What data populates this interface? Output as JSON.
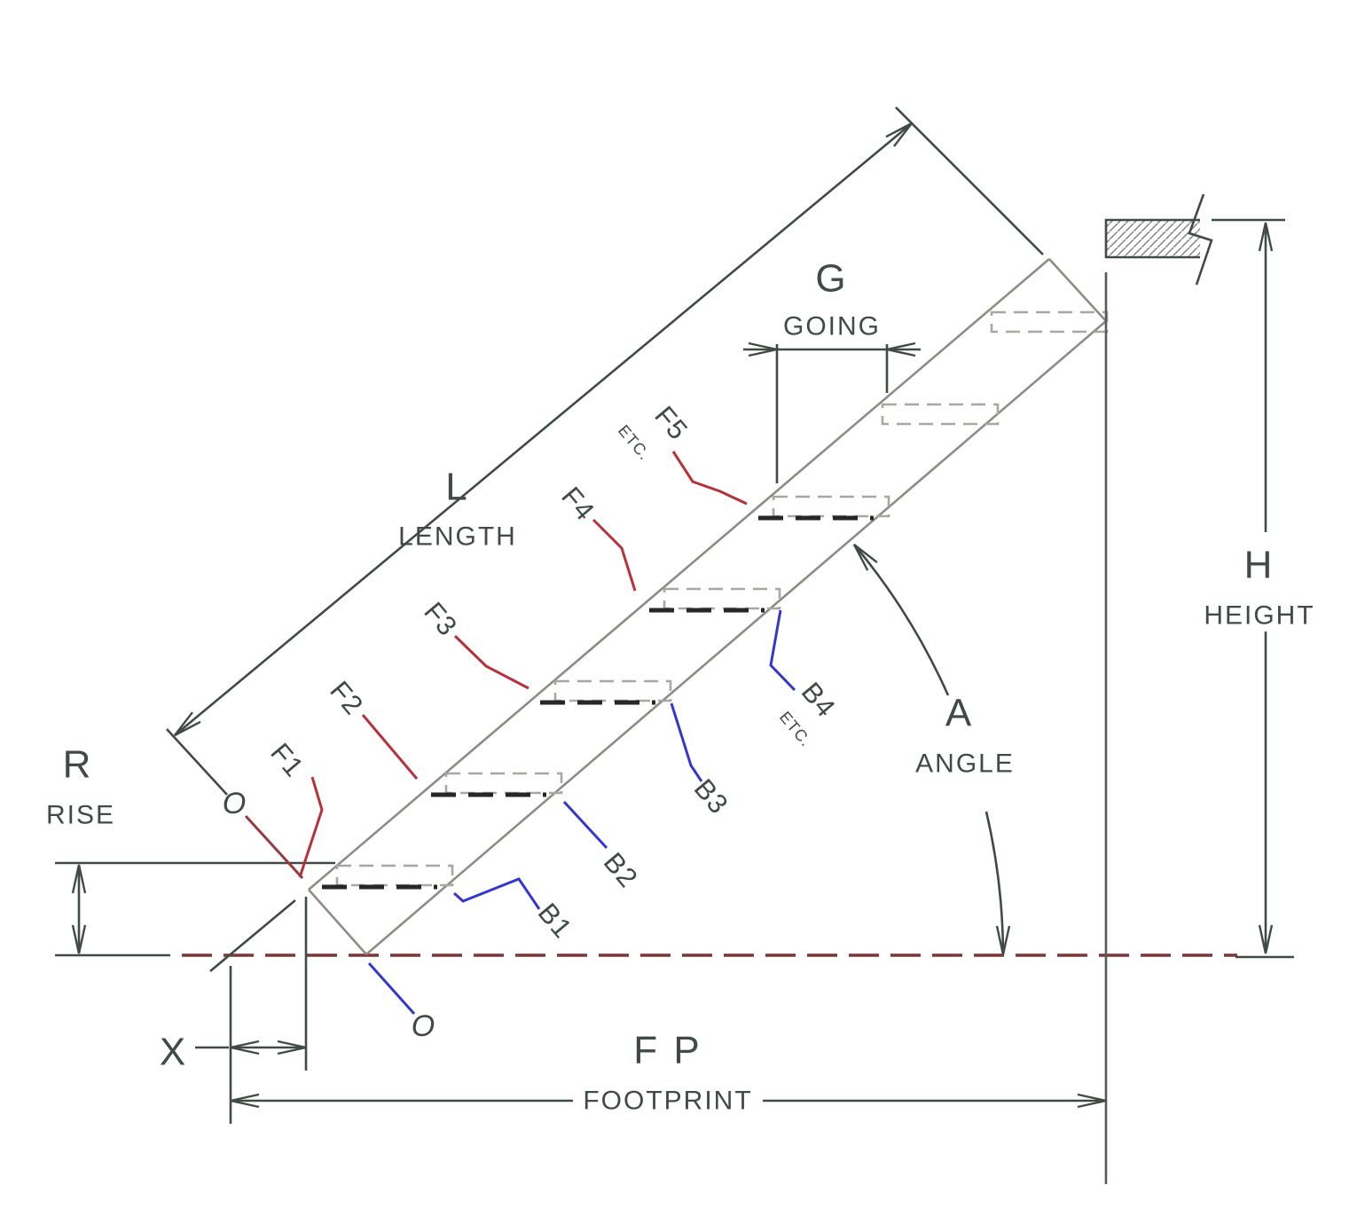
{
  "colors": {
    "drawing": "#3f4b44",
    "stringer_gray": "#8f8c84",
    "tread_dash_gray": "#a8a7a2",
    "tread_dash_dark": "#262626",
    "ground_maroon": "#7e3539",
    "front_red": "#b8313a",
    "origin_leader_red": "#963a40",
    "back_blue": "#3437cf",
    "origin_green": "#3caf46",
    "wall_gray": "#555b57"
  },
  "dimensions": {
    "length": {
      "symbol": "L",
      "label": "LENGTH"
    },
    "going": {
      "symbol": "G",
      "label": "GOING"
    },
    "rise": {
      "symbol": "R",
      "label": "RISE"
    },
    "height": {
      "symbol": "H",
      "label": "HEIGHT"
    },
    "angle": {
      "symbol": "A",
      "label": "ANGLE"
    },
    "nose_offset": {
      "symbol": "X"
    },
    "footprint": {
      "symbol": "F P",
      "label": "FOOTPRINT"
    }
  },
  "step_face_labels": {
    "items": [
      "F1",
      "F2",
      "F3",
      "F4",
      "F5"
    ],
    "etc": "ETC."
  },
  "step_back_labels": {
    "items": [
      "B1",
      "B2",
      "B3",
      "B4"
    ],
    "etc": "ETC."
  },
  "origin_marker": {
    "label": "O"
  }
}
